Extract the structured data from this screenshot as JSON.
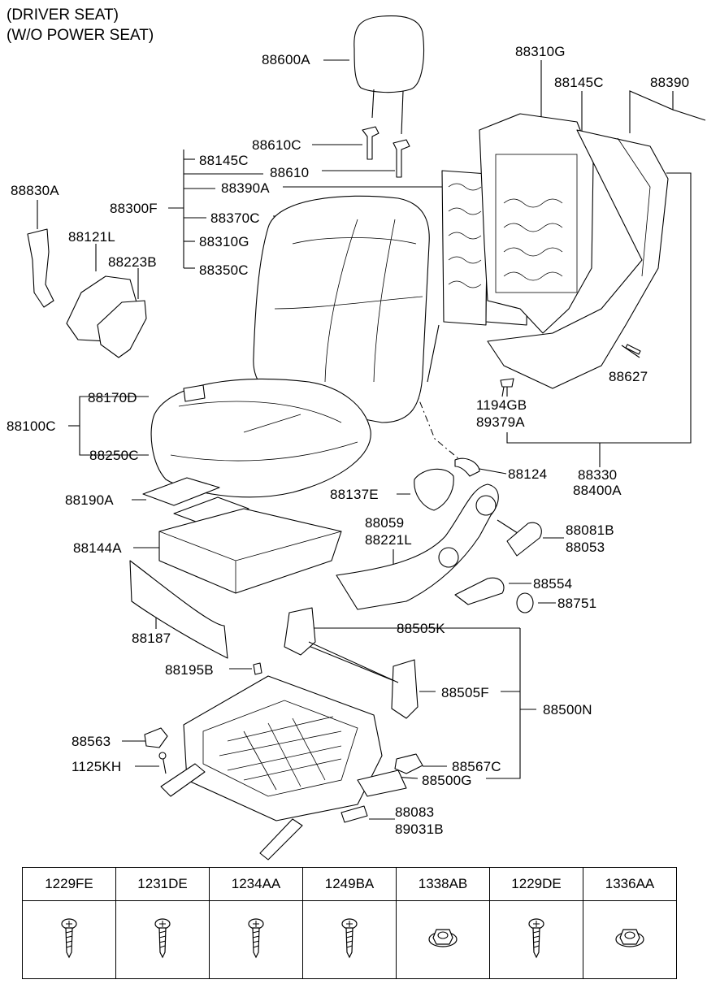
{
  "title": {
    "line1": "(DRIVER SEAT)",
    "line2": "(W/O POWER SEAT)"
  },
  "callouts": {
    "p88600A": "88600A",
    "p88610C": "88610C",
    "p88145C_l": "88145C",
    "p88610": "88610",
    "p88390A": "88390A",
    "p88300F": "88300F",
    "p88370C": "88370C",
    "p88310G_l": "88310G",
    "p88350C": "88350C",
    "p88830A": "88830A",
    "p88121L": "88121L",
    "p88223B": "88223B",
    "p88310G_r": "88310G",
    "p88145C_r": "88145C",
    "p88390": "88390",
    "p88627": "88627",
    "p1194GB": "1194GB",
    "p89379A": "89379A",
    "p88330": "88330",
    "p88400A": "88400A",
    "p88124": "88124",
    "p88170D": "88170D",
    "p88100C": "88100C",
    "p88250C": "88250C",
    "p88190A": "88190A",
    "p88137E": "88137E",
    "p88059": "88059",
    "p88221L": "88221L",
    "p88081B": "88081B",
    "p88053": "88053",
    "p88144A": "88144A",
    "p88554": "88554",
    "p88751": "88751",
    "p88187": "88187",
    "p88505K": "88505K",
    "p88195B": "88195B",
    "p88505F": "88505F",
    "p88500N": "88500N",
    "p88563": "88563",
    "p1125KH": "1125KH",
    "p88567C": "88567C",
    "p88500G": "88500G",
    "p88083": "88083",
    "p89031B": "89031B"
  },
  "hardware": [
    {
      "code": "1229FE",
      "icon": "screw-icon"
    },
    {
      "code": "1231DE",
      "icon": "screw-icon"
    },
    {
      "code": "1234AA",
      "icon": "screw-icon"
    },
    {
      "code": "1249BA",
      "icon": "screw-icon"
    },
    {
      "code": "1338AB",
      "icon": "nut-icon"
    },
    {
      "code": "1229DE",
      "icon": "screw-icon"
    },
    {
      "code": "1336AA",
      "icon": "nut-icon"
    }
  ]
}
